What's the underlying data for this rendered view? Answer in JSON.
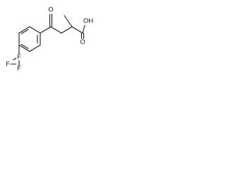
{
  "molecule": {
    "atoms": {
      "ketone_oxygen": "O",
      "acid_oxygen": "O",
      "hydroxyl": "OH",
      "fluorine_top": "F",
      "fluorine_left": "F",
      "fluorine_bottom": "F"
    }
  }
}
